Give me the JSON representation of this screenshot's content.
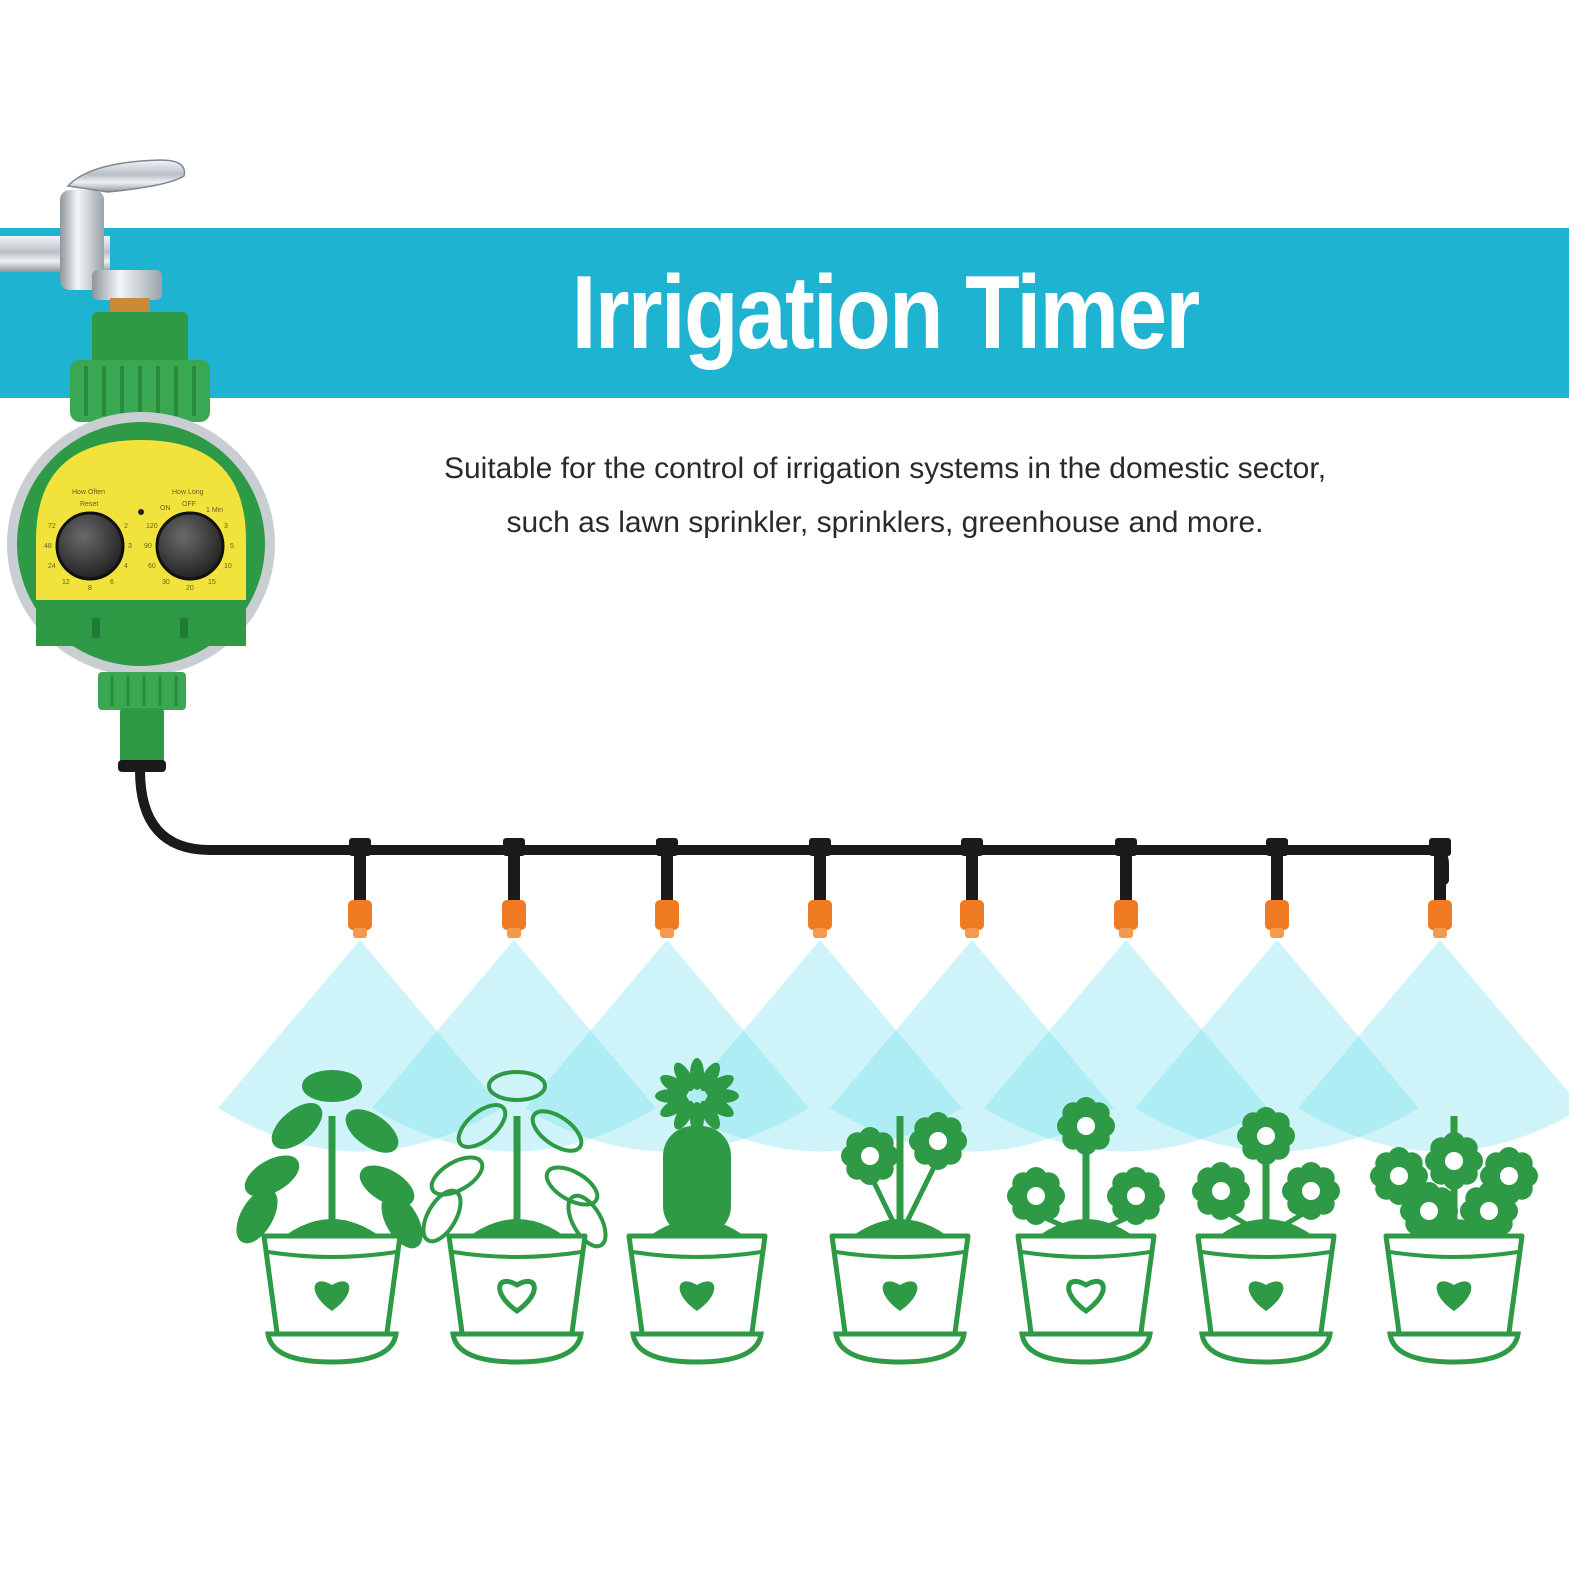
{
  "banner": {
    "title": "Irrigation Timer",
    "color": "#1fb3d2"
  },
  "description": {
    "line1": "Suitable for the control of irrigation systems in the domestic sector,",
    "line2": "such as lawn sprinkler, sprinklers, greenhouse and more."
  },
  "timer": {
    "left_dial_top": "How Often",
    "left_dial_reset": "Reset",
    "left_dial_scale": [
      "72",
      "48",
      "24",
      "12",
      "8",
      "6",
      "4",
      "3",
      "2"
    ],
    "right_dial_top": "How Long",
    "right_dial_states": [
      "ON",
      "OFF"
    ],
    "right_dial_scale": [
      "120",
      "90",
      "60",
      "30",
      "20",
      "15",
      "10",
      "5",
      "3",
      "1 Min"
    ],
    "body_color": "#2e9a45",
    "face_color": "#f1e33b"
  },
  "drippers": {
    "count": 8,
    "nozzle_color": "#f07a22",
    "spray_color": "#7fe3ee"
  },
  "pots": {
    "count": 7,
    "color": "#2e9a45",
    "hearts": [
      "filled",
      "outline",
      "filled",
      "filled",
      "outline",
      "filled",
      "filled"
    ]
  }
}
